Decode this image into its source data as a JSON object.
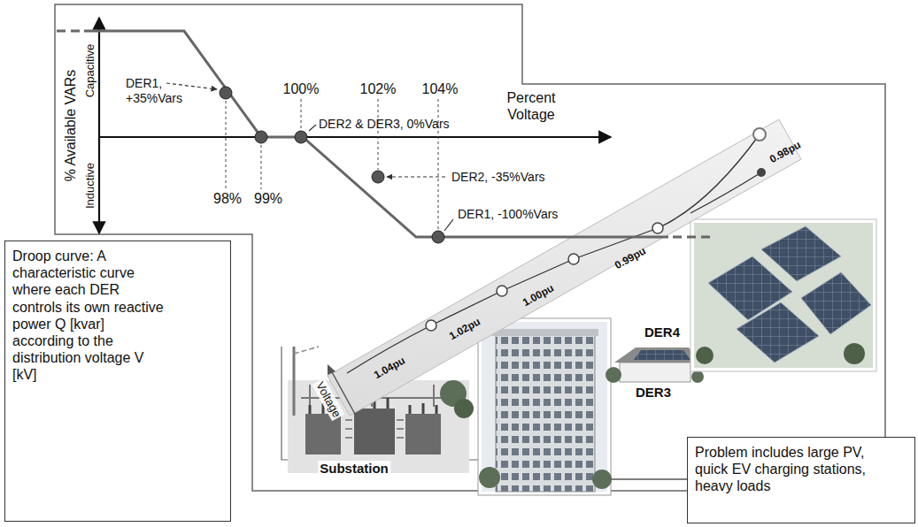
{
  "diagram": {
    "nodes": [
      {
        "text": [
          "Droop curve: A characteristic curve where each DER controls its own reactive power Q [kvar] according to the distribution voltage V [kV]"
        ]
      },
      {
        "text": [
          "Problem includes large PV, quick EV charging stations, heavy loads"
        ]
      }
    ],
    "labels": [
      "% Available VARs",
      "Capacitive",
      "Inductive",
      "Percent Voltage",
      "100%",
      "102%",
      "104%",
      "98%",
      "99%",
      "DER1, +35%Vars",
      "DER2 & DER3, 0%Vars",
      "DER2, -35%Vars",
      "DER1, -100%Vars",
      "1.04pu",
      "1.02pu",
      "1.00pu",
      "0.99pu",
      "0.98pu",
      "Voltage",
      "Substation",
      "DER3",
      "DER4"
    ]
  }
}
